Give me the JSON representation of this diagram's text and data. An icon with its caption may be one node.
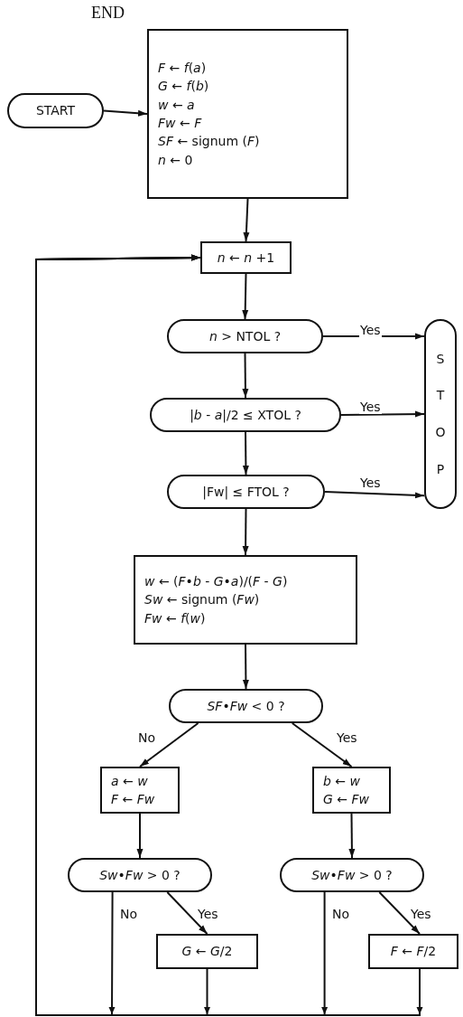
{
  "diagram": {
    "nodes": [
      {
        "text": [
          "START"
        ]
      },
      {
        "text": [
          "*F* ← *f*(*a*)",
          "*G* ← *f*(*b*)",
          "*w* ← *a*",
          "*Fw* ← *F*",
          "*SF* ← signum (*F*)",
          "*n* ← 0"
        ]
      },
      {
        "text": [
          "*n* ← *n* +1"
        ]
      },
      {
        "text": [
          "*n* > NTOL ?"
        ]
      },
      {
        "text": [
          "|*b* - *a*|/2 ≤ XTOL ?"
        ]
      },
      {
        "text": [
          "|Fw| ≤ FTOL ?"
        ]
      },
      {
        "text": [
          "STOP"
        ]
      },
      {
        "text": [
          "*w* ← (*F*•*b* - *G*•*a*)/(*F* - *G*)",
          "*Sw* ← signum (*Fw*)",
          "*Fw* ← *f*(*w*)"
        ]
      },
      {
        "text": [
          "*SF*•*Fw* < 0 ?"
        ]
      },
      {
        "text": [
          "*a* ← *w*",
          "*F* ← *Fw*"
        ]
      },
      {
        "text": [
          "*b* ← *w*",
          "*G* ← *Fw*"
        ]
      },
      {
        "text": [
          "*Sw*•*Fw* > 0 ?"
        ]
      },
      {
        "text": [
          "*Sw*•*Fw* > 0 ?"
        ]
      },
      {
        "text": [
          "*G* ← *G*/2"
        ]
      },
      {
        "text": [
          "*F* ← *F*/2"
        ]
      }
    ],
    "edges": [
      {
        "from": 0,
        "to": 1,
        "arrow": "to"
      },
      {
        "from": 1,
        "to": 2,
        "arrow": "to"
      },
      {
        "from": 2,
        "to": 3,
        "arrow": "to"
      },
      {
        "from": 3,
        "to": 6,
        "arrow": "to",
        "label": "Yes"
      },
      {
        "from": 3,
        "to": 4,
        "arrow": "to"
      },
      {
        "from": 4,
        "to": 6,
        "arrow": "to",
        "label": "Yes"
      },
      {
        "from": 4,
        "to": 5,
        "arrow": "to"
      },
      {
        "from": 5,
        "to": 6,
        "arrow": "to",
        "label": "Yes"
      },
      {
        "from": 5,
        "to": 7,
        "arrow": "to"
      },
      {
        "from": 7,
        "to": 8,
        "arrow": "to"
      },
      {
        "from": 8,
        "to": 9,
        "arrow": "to",
        "label": "No"
      },
      {
        "from": 8,
        "to": 10,
        "arrow": "to",
        "label": "Yes"
      },
      {
        "from": 9,
        "to": 11,
        "arrow": "to"
      },
      {
        "from": 10,
        "to": 12,
        "arrow": "to"
      },
      {
        "from": 11,
        "to": 13,
        "arrow": "to",
        "label": "Yes"
      },
      {
        "from": 12,
        "to": 14,
        "arrow": "to",
        "label": "Yes"
      },
      {
        "from": 11,
        "to": 2,
        "arrow": "to",
        "label": "No"
      },
      {
        "from": 13,
        "to": 2,
        "arrow": "to"
      },
      {
        "from": 12,
        "to": 2,
        "arrow": "to",
        "label": "No"
      },
      {
        "from": 14,
        "to": 2,
        "arrow": "to"
      }
    ],
    "labels": [
      "END"
    ]
  }
}
